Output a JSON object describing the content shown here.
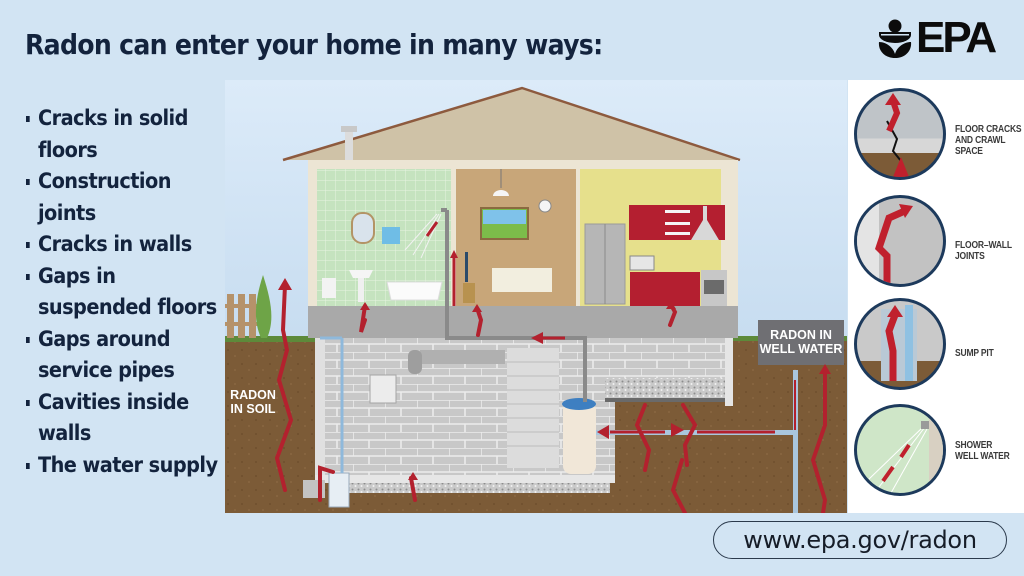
{
  "title": "Radon can enter your home in many ways:",
  "logo": {
    "icon": "epa-flower-icon",
    "text": "EPA"
  },
  "entry_points": [
    "Cracks in solid floors",
    "Construction joints",
    "Cracks in walls",
    "Gaps in suspended floors",
    "Gaps around service pipes",
    "Cavities inside walls",
    "The water supply"
  ],
  "bullet_lines": [
    "Cracks in solid",
    "floors",
    "Construction",
    "joints",
    "Cracks in walls",
    "Gaps in",
    "suspended floors",
    "Gaps around",
    "service pipes",
    "Cavities inside",
    "walls",
    "The water supply"
  ],
  "illustration": {
    "rooms": [
      "bathroom",
      "living room",
      "kitchen",
      "basement"
    ],
    "labels": {
      "radon_in_soil": [
        "RADON",
        "IN SOIL"
      ],
      "radon_in_well_water": [
        "RADON IN",
        "WELL WATER"
      ]
    }
  },
  "detail_panel": [
    {
      "label_lines": [
        "FLOOR CRACKS",
        "AND CRAWL",
        "SPACE"
      ],
      "icon": "floor-crack-icon"
    },
    {
      "label_lines": [
        "FLOOR–WALL",
        "JOINTS"
      ],
      "icon": "floor-wall-joint-icon"
    },
    {
      "label_lines": [
        "SUMP PIT"
      ],
      "icon": "sump-pit-icon"
    },
    {
      "label_lines": [
        "SHOWER",
        "WELL WATER"
      ],
      "icon": "shower-icon"
    }
  ],
  "footer": {
    "url": "www.epa.gov/radon"
  },
  "colors": {
    "background": "#d2e4f3",
    "title_text": "#13233d",
    "radon_arrow": "#b3212e",
    "soil": "#7a5a36",
    "roof": "#c9b99c",
    "panel_border": "#1d3a5c"
  }
}
